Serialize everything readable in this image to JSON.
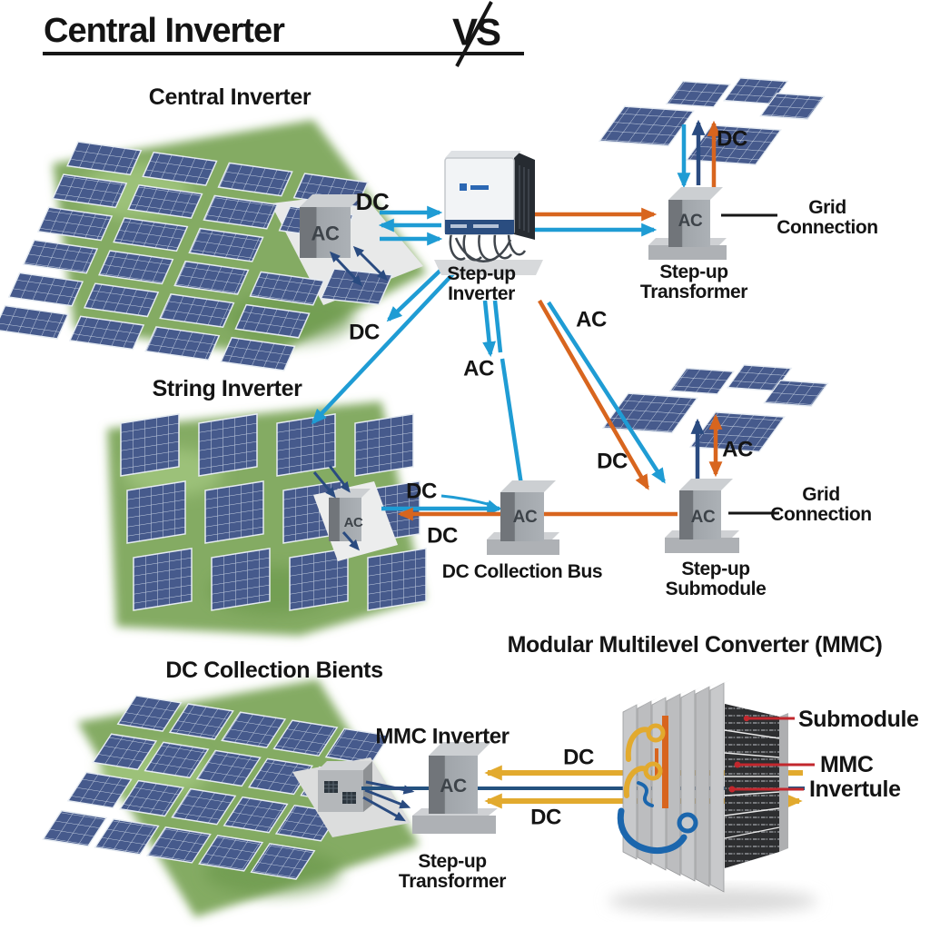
{
  "header": {
    "title": "Central Inverter",
    "vs": "VS"
  },
  "central": {
    "label": "Central Inverter",
    "farm_unit": "AC",
    "dc_farm_to_inverter": "DC",
    "inverter_name": "Step-up Inverter",
    "dc_to_panels": "DC",
    "transformer_unit": "AC",
    "transformer_name": "Step-up Transformer",
    "grid": "Grid Connection"
  },
  "string": {
    "label": "String Inverter",
    "dc_from_inverter": "DC",
    "ac_down": "AC",
    "ac_diag": "AC",
    "farm_unit": "AC",
    "dc_to_bus": "DC",
    "dc_from_bus": "DC",
    "bus_unit": "AC",
    "bus_name": "DC Collection Bus",
    "dc_to_submodule": "DC",
    "ac_to_panels": "AC",
    "submodule_unit": "AC",
    "submodule_name": "Step-up Submodule",
    "grid": "Grid Connection"
  },
  "mmc": {
    "farm_label": "DC Collection Bients",
    "title": "Modular Multilevel Converter (MMC)",
    "inverter_label": "MMC Inverter",
    "inverter_unit": "AC",
    "transformer_name": "Step-up Transformer",
    "dc_upper": "DC",
    "dc_lower": "DC",
    "callout_submodule": "Submodule",
    "callout_mmc": "MMC",
    "callout_invertule": "Invertule"
  },
  "colors": {
    "cyan": "#1F9CD4",
    "navy": "#2A4B80",
    "orange": "#D8651E",
    "gold": "#E2AA2E",
    "red": "#C2272D",
    "panel_blue": "#465A8C",
    "grass_green": "#84AB63"
  }
}
